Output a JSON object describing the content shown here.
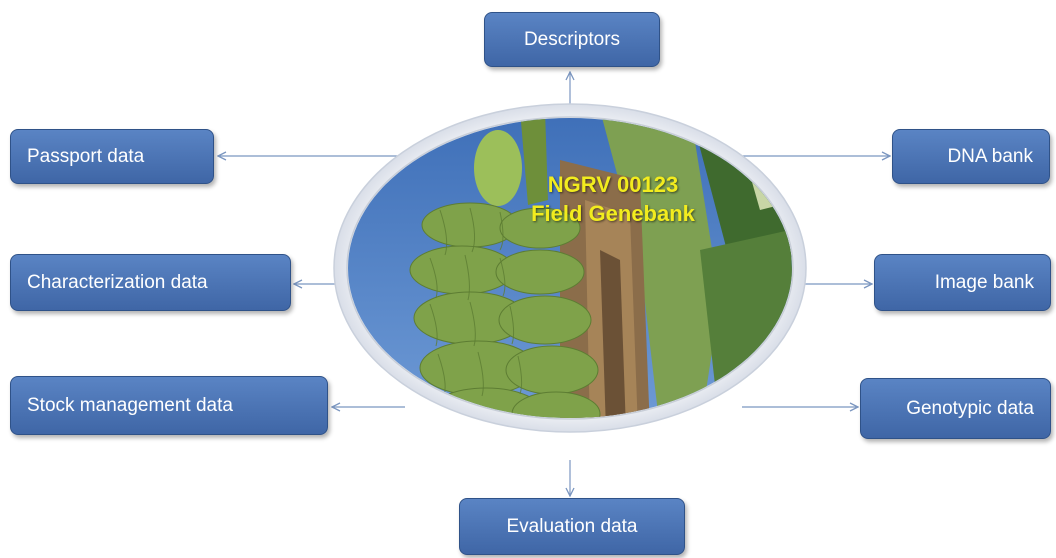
{
  "diagram": {
    "center": {
      "line1": "NGRV 00123",
      "line2": "Field Genebank",
      "image": "banana plant in field genebank"
    },
    "nodes": {
      "descriptors": "Descriptors",
      "passport": "Passport data",
      "dna": "DNA bank",
      "characterization": "Characterization data",
      "image_bank": "Image bank",
      "stock": "Stock management data",
      "genotypic": "Genotypic data",
      "evaluation": "Evaluation data"
    },
    "colors": {
      "box_fill": "#4a74b8",
      "box_border": "#2f5288",
      "box_text": "#ffffff",
      "center_text": "#f2ec1e",
      "arrow": "#7b96c0",
      "frame": "#eceff4",
      "sky": "#4e7fc4",
      "foliage": "#6f9a3f"
    }
  }
}
